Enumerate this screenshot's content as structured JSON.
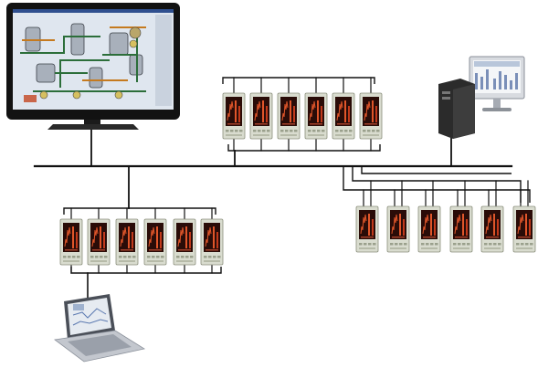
{
  "diagram": {
    "colors": {
      "background": "#ffffff",
      "wire": "#111111",
      "controller_body": "#d9dccf",
      "controller_frame": "#8a8f7c",
      "controller_screen": "#2a0c08",
      "controller_trace": "#e0562a",
      "monitor_bezel": "#121212",
      "scada_screen": "#dfe6ef",
      "tower_case": "#2b2b2b",
      "laptop_body": "#c3c7ce"
    },
    "nodes": {
      "scada_monitor": {
        "icon": "scada-monitor-icon"
      },
      "workstation": {
        "icon": "desktop-workstation-icon"
      },
      "laptop": {
        "icon": "laptop-icon"
      },
      "controller_groups": [
        {
          "id": "top-center",
          "count": 6
        },
        {
          "id": "left",
          "count": 6
        },
        {
          "id": "right",
          "count": 6
        }
      ]
    }
  }
}
